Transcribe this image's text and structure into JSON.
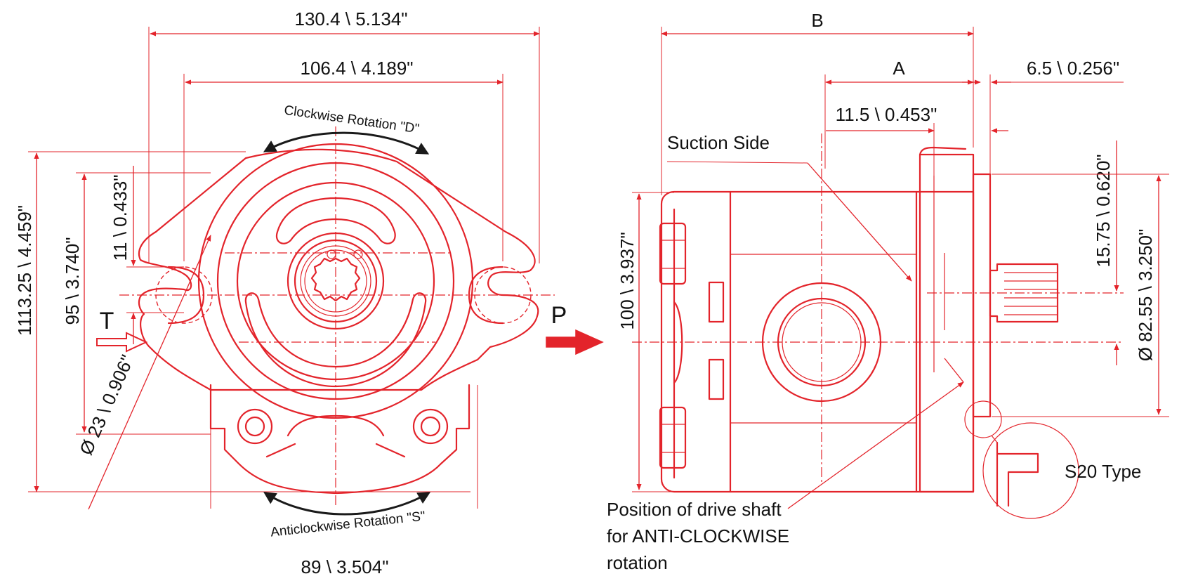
{
  "colors": {
    "drawing": "#e3242b",
    "text": "#111111",
    "rotation_arrows": "#1a1a1a"
  },
  "front_view": {
    "width_overall": "130.4 \\ 5.134\"",
    "mount_hole_spacing": "106.4 \\ 4.189\"",
    "rotation_clockwise": "Clockwise Rotation \"D\"",
    "rotation_anticlockwise": "Anticlockwise Rotation \"S\"",
    "height_overall": "1113.25 \\ 4.459\"",
    "height_body": "95 \\ 3.740\"",
    "flange_thickness": "11 \\ 0.433\"",
    "hole_diameter": "Ø 23 \\ 0.906\"",
    "base_width": "89 \\ 3.504\"",
    "port_tank": "T",
    "port_pressure": "P"
  },
  "side_view": {
    "length_b": "B",
    "length_a": "A",
    "shaft_offset": "6.5 \\ 0.256\"",
    "pilot_depth": "11.5 \\ 0.453\"",
    "suction_side": "Suction Side",
    "body_height": "100 \\ 3.937\"",
    "pilot_offset": "15.75 \\ 0.620\"",
    "pilot_diameter": "Ø 82.55 \\ 3.250\"",
    "detail_type": "S20 Type",
    "note_line1": "Position of drive shaft",
    "note_line2": "for ANTI-CLOCKWISE",
    "note_line3": "rotation"
  }
}
